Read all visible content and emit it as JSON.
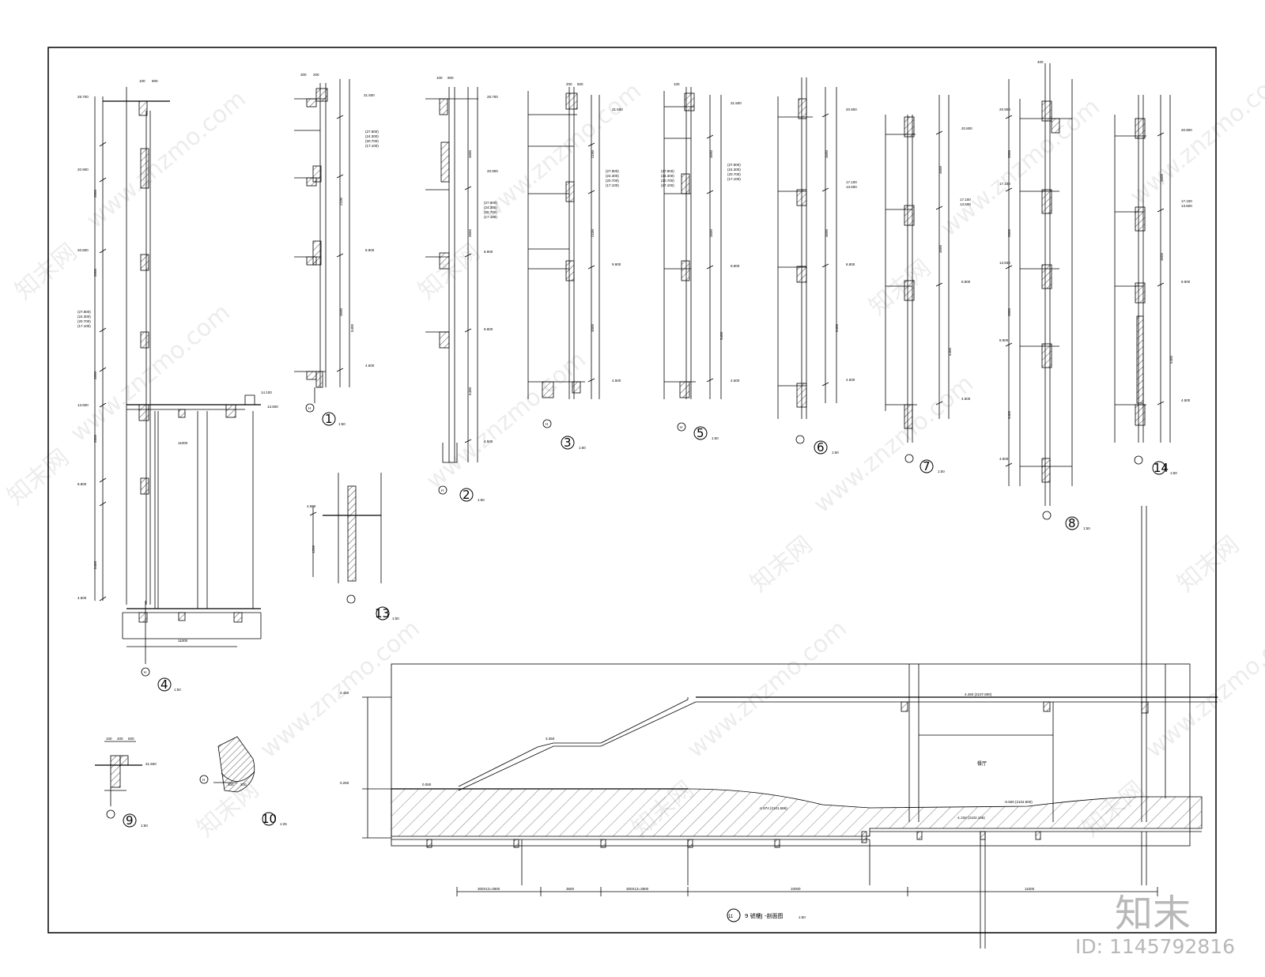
{
  "brand": {
    "logo_text": "知末",
    "id_text": "ID: 1145792816"
  },
  "watermark": {
    "text_cn": "知末网",
    "text_url": "www.znzmo.com"
  },
  "details": [
    {
      "num": "1",
      "scale": "1:50"
    },
    {
      "num": "2",
      "scale": "1:50"
    },
    {
      "num": "3",
      "scale": "1:50"
    },
    {
      "num": "4",
      "scale": "1:50"
    },
    {
      "num": "5",
      "scale": "1:50"
    },
    {
      "num": "6",
      "scale": "1:50"
    },
    {
      "num": "7",
      "scale": "1:50"
    },
    {
      "num": "8",
      "scale": "1:50"
    },
    {
      "num": "9",
      "scale": "1:50"
    },
    {
      "num": "10",
      "scale": "1:25"
    },
    {
      "num": "13",
      "scale": "1:50"
    },
    {
      "num": "14",
      "scale": "1:50"
    }
  ],
  "elevations": {
    "e28700": "28.700",
    "e31500": "31.500",
    "e20800": "20.800",
    "e20900": "20.900",
    "e17100": "17.100",
    "e13500": "13.500",
    "e14100": "14.100",
    "e8800": "8.800",
    "e9900": "9.900",
    "e8900": "8.900",
    "e4500": "4.500",
    "e4450": "4.450",
    "e0250": "0.250",
    "e3350": "3.350",
    "e0050": "0.050",
    "stack_a": "(27.800)",
    "stack_b": "(24.300)",
    "stack_c": "(20.700)",
    "stack_d": "(17.100)"
  },
  "dims": {
    "d100": "100",
    "d900": "900",
    "d200": "200",
    "d300": "300",
    "d400": "400",
    "d500": "500",
    "d700": "700",
    "d800": "800",
    "d1100": "1100",
    "d1200": "1200",
    "d1700": "1700",
    "d1800": "1800",
    "d2100": "2100",
    "d3600": "3600",
    "d3000": "3000",
    "d5400": "5400",
    "d11000": "11000",
    "d10000": "10000",
    "d3600b": "3600",
    "seg1": "300X13=3900",
    "seg3": "300X13=3900"
  },
  "axis": {
    "h": "H"
  },
  "section11": {
    "num": "11",
    "title": "9 號樓J -剖面图",
    "scale": "1:50",
    "el_4450_label": "4.450 (2107.800)",
    "el_neg0500": "-0.500 (2102.800)",
    "el_neg1234": "-1.234 (2102.166)",
    "el_neg1874": "-1.874 (2101.586)",
    "room": "餐厅"
  }
}
